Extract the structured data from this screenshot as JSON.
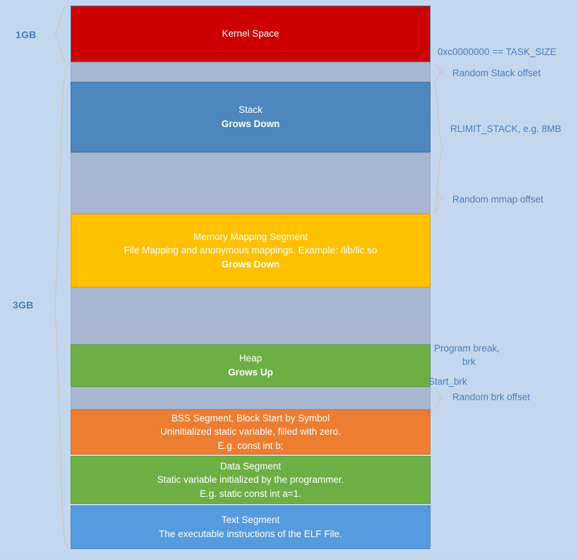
{
  "diagram": {
    "title": "Linux process virtual memory layout",
    "colors": {
      "background": "#c3d8ef",
      "kernel": "#cc0000",
      "stack": "#4e87be",
      "gap": "#a8b6d0",
      "mmap": "#ffc000",
      "heap": "#6daf44",
      "bss": "#ed7d31",
      "data": "#6daf44",
      "text": "#559bdd",
      "label": "#4a7ebb",
      "brace": "#cfc9bd"
    }
  },
  "size_labels": [
    {
      "id": "one-gb",
      "text": "1GB"
    },
    {
      "id": "three-gb",
      "text": "3GB"
    }
  ],
  "blocks": [
    {
      "id": "kernel-space",
      "lines": [
        {
          "text": "Kernel Space",
          "bold": false
        }
      ]
    },
    {
      "id": "random-stack-offset-gap",
      "lines": []
    },
    {
      "id": "stack",
      "lines": [
        {
          "text": "Stack",
          "bold": false
        },
        {
          "text": "Grows Down",
          "bold": true
        }
      ]
    },
    {
      "id": "stack-mmap-gap",
      "lines": []
    },
    {
      "id": "memory-mapping-segment",
      "lines": [
        {
          "text": "Memory Mapping Segment",
          "bold": false
        },
        {
          "text": "File Mapping and anonymous mappings. Example: /lib/lic.so",
          "bold": false
        },
        {
          "text": "Grows Down",
          "bold": true
        }
      ]
    },
    {
      "id": "mmap-heap-gap",
      "lines": []
    },
    {
      "id": "heap",
      "lines": [
        {
          "text": "Heap",
          "bold": false
        },
        {
          "text": "Grows Up",
          "bold": true
        }
      ]
    },
    {
      "id": "random-brk-offset-gap",
      "lines": []
    },
    {
      "id": "bss-segment",
      "lines": [
        {
          "text": "BSS Segment, Block Start by Symbol",
          "bold": false
        },
        {
          "text": "Uninitialized static variable, filled with zero.",
          "bold": false
        },
        {
          "text": "E.g. const int b;",
          "bold": false
        }
      ]
    },
    {
      "id": "data-segment",
      "lines": [
        {
          "text": "Data Segment",
          "bold": false
        },
        {
          "text": "Static variable initialized by the programmer.",
          "bold": false
        },
        {
          "text": "E.g. static const int a=1.",
          "bold": false
        }
      ]
    },
    {
      "id": "text-segment",
      "lines": [
        {
          "text": "Text Segment",
          "bold": false
        },
        {
          "text": "The executable instructions of the ELF File.",
          "bold": false
        }
      ]
    }
  ],
  "annotations": [
    {
      "id": "task-size",
      "text": "0xc0000000 == TASK_SIZE"
    },
    {
      "id": "random-stack-offset",
      "text": "Random Stack offset"
    },
    {
      "id": "rlimit-stack",
      "text": "RLIMIT_STACK, e.g. 8MB"
    },
    {
      "id": "random-mmap-offset",
      "text": "Random mmap offset"
    },
    {
      "id": "program-break-1",
      "text": "Program break,"
    },
    {
      "id": "program-break-2",
      "text": "brk"
    },
    {
      "id": "start-brk",
      "text": "Start_brk"
    },
    {
      "id": "random-brk-offset",
      "text": "Random brk offset"
    }
  ]
}
